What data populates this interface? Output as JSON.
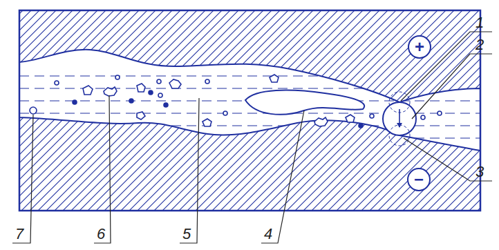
{
  "diagram": {
    "nodes": [
      {
        "text": [
          "+"
        ]
      },
      {
        "text": [
          "−"
        ]
      }
    ],
    "labels": [
      "1",
      "2",
      "3",
      "7",
      "6",
      "5",
      "4"
    ]
  }
}
